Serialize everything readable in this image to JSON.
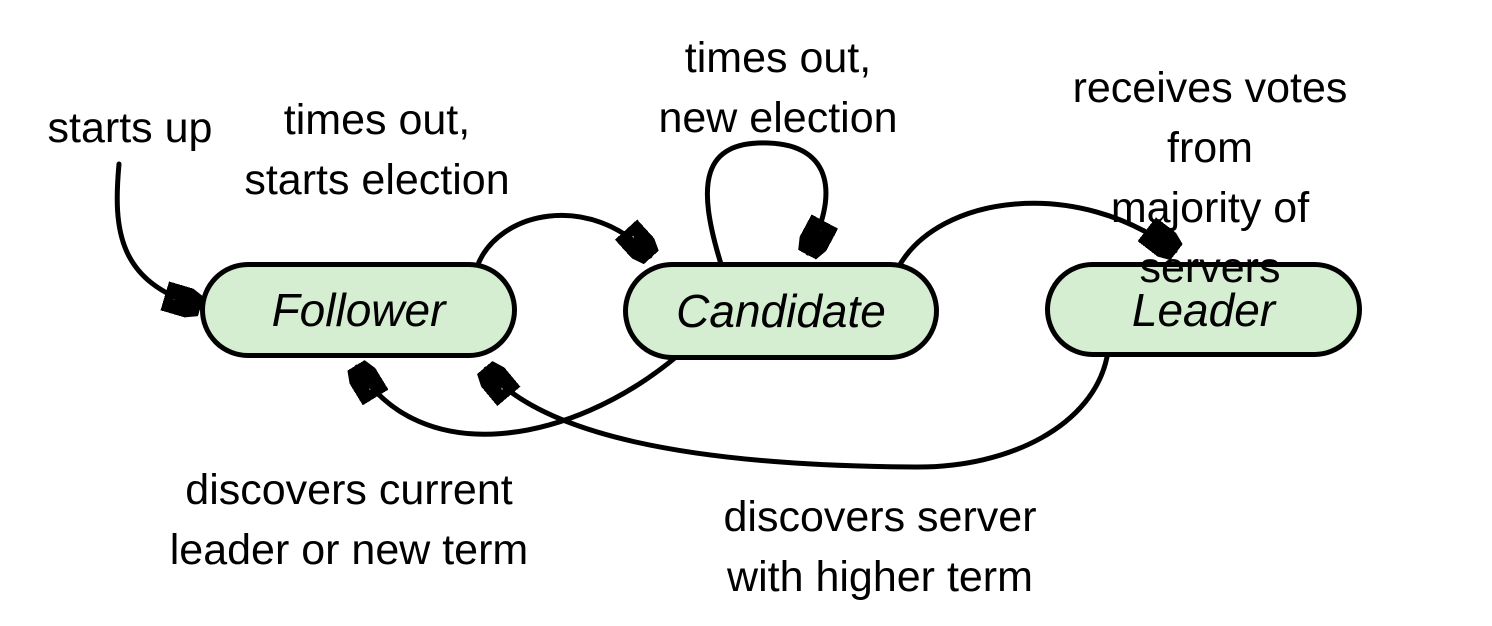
{
  "colors": {
    "background": "#ffffff",
    "node_fill": "#d5eed1",
    "stroke": "#000000",
    "text": "#000000"
  },
  "nodes": [
    {
      "id": "follower",
      "label": "Follower"
    },
    {
      "id": "candidate",
      "label": "Candidate"
    },
    {
      "id": "leader",
      "label": "Leader"
    }
  ],
  "transitions": [
    {
      "id": "starts-up",
      "from": null,
      "to": "Follower",
      "label": "starts up"
    },
    {
      "id": "times-out-starts-election",
      "from": "Follower",
      "to": "Candidate",
      "label": "times out,\nstarts election"
    },
    {
      "id": "times-out-new-election",
      "from": "Candidate",
      "to": "Candidate",
      "label": "times out,\nnew election"
    },
    {
      "id": "receives-votes",
      "from": "Candidate",
      "to": "Leader",
      "label": "receives votes from\nmajority of servers"
    },
    {
      "id": "discovers-current-leader",
      "from": "Candidate",
      "to": "Follower",
      "label": "discovers current\nleader or new term"
    },
    {
      "id": "discovers-higher-term",
      "from": "Leader",
      "to": "Follower",
      "label": "discovers server\nwith higher term"
    }
  ]
}
